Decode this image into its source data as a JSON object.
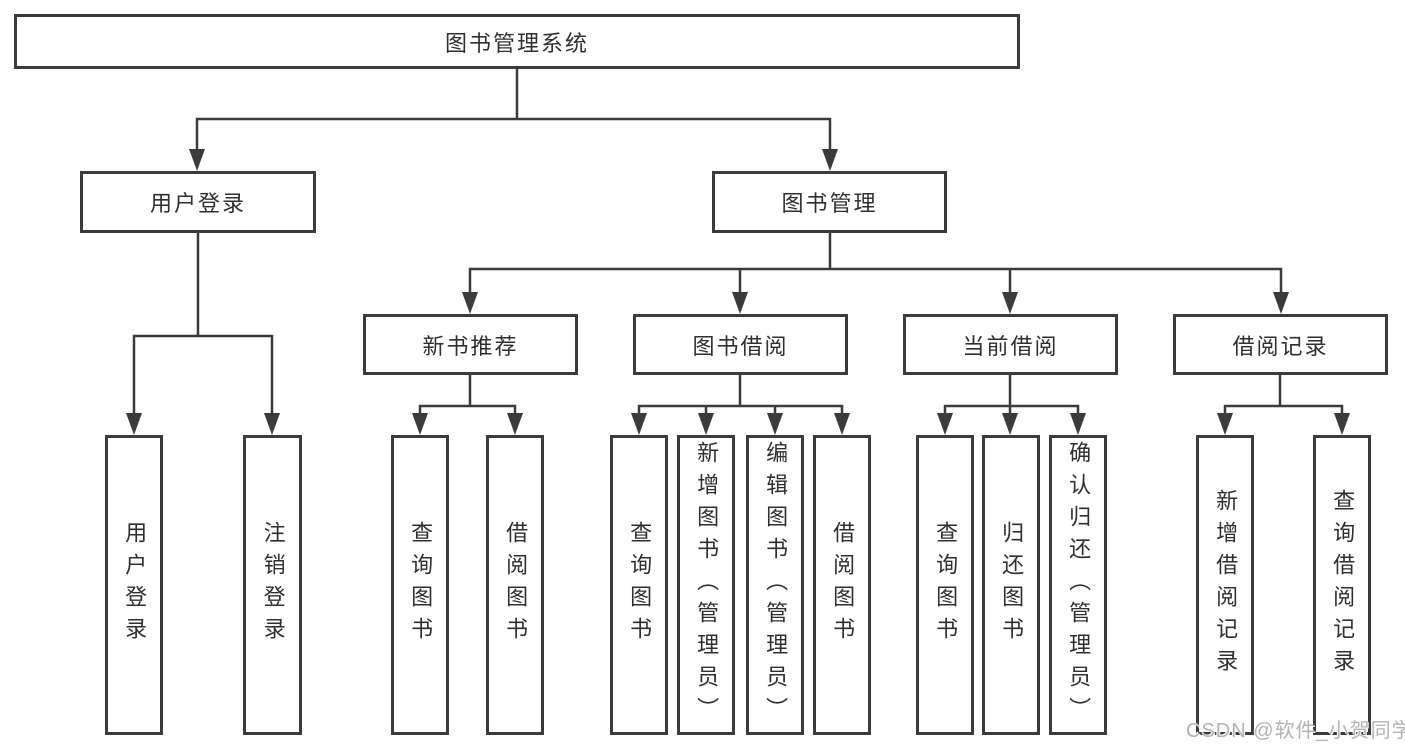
{
  "tree": {
    "root": "图书管理系统",
    "branches": [
      {
        "label": "用户登录",
        "children": [
          "用户登录",
          "注销登录"
        ]
      },
      {
        "label": "图书管理",
        "children": [
          {
            "label": "新书推荐",
            "children": [
              "查询图书",
              "借阅图书"
            ]
          },
          {
            "label": "图书借阅",
            "children": [
              "查询图书",
              "新增图书（管理员）",
              "编辑图书（管理员）",
              "借阅图书"
            ]
          },
          {
            "label": "当前借阅",
            "children": [
              "查询图书",
              "归还图书",
              "确认归还（管理员）"
            ]
          },
          {
            "label": "借阅记录",
            "children": [
              "新增借阅记录",
              "查询借阅记录"
            ]
          }
        ]
      }
    ]
  },
  "watermark": "CSDN @软件_小贺同学",
  "colors": {
    "line": "#3b3b3b",
    "border": "#3b3b3b",
    "text": "#2f2f2f",
    "watermark": "#b3b3b3",
    "background": "#ffffff"
  }
}
